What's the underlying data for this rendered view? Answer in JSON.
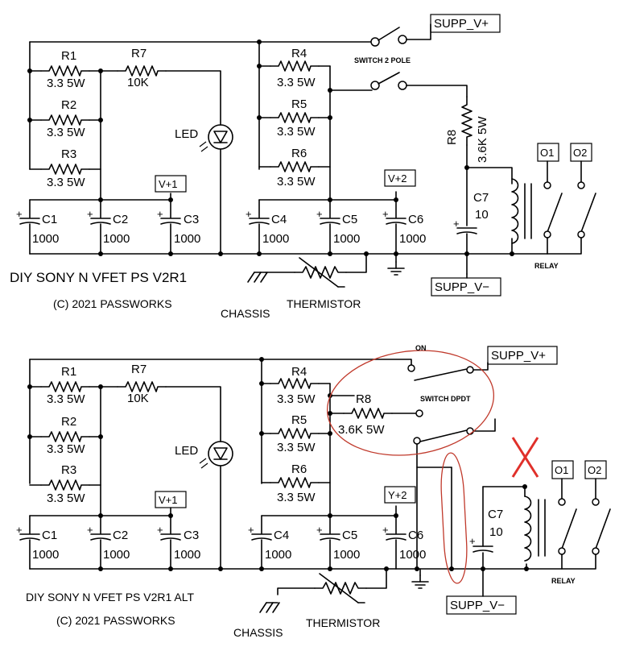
{
  "top": {
    "title": "DIY SONY N VFET PS V2R1",
    "copyright": "(C) 2021 PASSWORKS",
    "chassis": "CHASSIS",
    "thermistor": "THERMISTOR",
    "supp_pos": "SUPP_V+",
    "supp_neg": "SUPP_V−",
    "switch": "SWITCH 2 POLE",
    "relay": "RELAY",
    "o1": "O1",
    "o2": "O2",
    "led": "LED",
    "v1": "V+1",
    "v2": "V+2",
    "r1": "R1",
    "r1v": "3.3 5W",
    "r2": "R2",
    "r2v": "3.3 5W",
    "r3": "R3",
    "r3v": "3.3 5W",
    "r4": "R4",
    "r4v": "3.3 5W",
    "r5": "R5",
    "r5v": "3.3 5W",
    "r6": "R6",
    "r6v": "3.3 5W",
    "r7": "R7",
    "r7v": "10K",
    "r8": "R8",
    "r8v": "3.6K 5W",
    "c1": "C1",
    "c1v": "1000",
    "c2": "C2",
    "c2v": "1000",
    "c3": "C3",
    "c3v": "1000",
    "c4": "C4",
    "c4v": "1000",
    "c5": "C5",
    "c5v": "1000",
    "c6": "C6",
    "c6v": "1000",
    "c7": "C7",
    "c7v": "10",
    "plus": "+"
  },
  "bottom": {
    "title": "DIY SONY N VFET PS V2R1 ALT",
    "copyright": "(C) 2021 PASSWORKS",
    "chassis": "CHASSIS",
    "thermistor": "THERMISTOR",
    "supp_pos": "SUPP_V+",
    "supp_neg": "SUPP_V−",
    "switch": "SWITCH DPDT",
    "on": "ON",
    "relay": "RELAY",
    "o1": "O1",
    "o2": "O2",
    "led": "LED",
    "v1": "V+1",
    "v2": "Y+2",
    "r1": "R1",
    "r1v": "3.3 5W",
    "r2": "R2",
    "r2v": "3.3 5W",
    "r3": "R3",
    "r3v": "3.3 5W",
    "r4": "R4",
    "r4v": "3.3 5W",
    "r5": "R5",
    "r5v": "3.3 5W",
    "r6": "R6",
    "r6v": "3.3 5W",
    "r7": "R7",
    "r7v": "10K",
    "r8": "R8",
    "r8v": "3.6K 5W",
    "c1": "C1",
    "c1v": "1000",
    "c2": "C2",
    "c2v": "1000",
    "c3": "C3",
    "c3v": "1000",
    "c4": "C4",
    "c4v": "1000",
    "c5": "C5",
    "c5v": "1000",
    "c6": "C6",
    "c6v": "1000",
    "c7": "C7",
    "c7v": "10",
    "plus": "+"
  },
  "colors": {
    "annotation": "#c0392b",
    "cross": "#e0302a",
    "ink": "#000000"
  },
  "icons": [
    "resistor-icon",
    "capacitor-icon",
    "led-icon",
    "switch-icon",
    "relay-coil-icon",
    "ground-icon",
    "chassis-ground-icon",
    "thermistor-icon"
  ]
}
